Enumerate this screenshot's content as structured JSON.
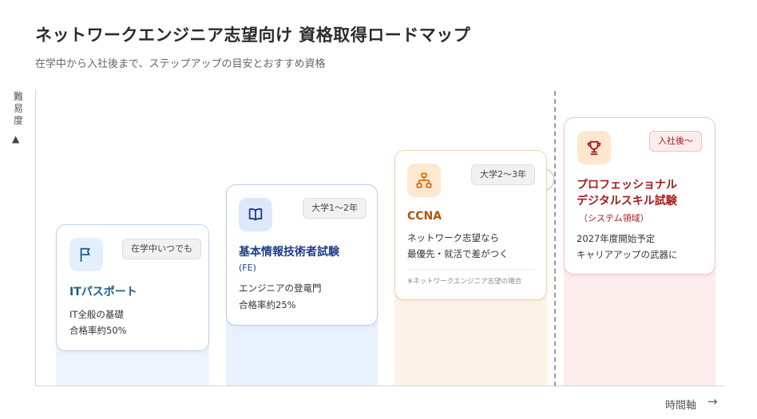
{
  "title": "ネットワークエンジニア志望向け 資格取得ロードマップ",
  "subtitle": "在学中から入社後まで、ステップアップの目安とおすすめ資格",
  "y_axis_label": "難易度",
  "y_axis_arrow": "▲",
  "x_axis_label": "時間軸",
  "x_axis_arrow": "→",
  "colors": {
    "blue_title": "#1a5d8f",
    "navy_title": "#1f3d8a",
    "orange_title": "#b45309",
    "red_title": "#a61b1b"
  },
  "cards": [
    {
      "icon": "flag-icon",
      "badge": "在学中いつでも",
      "title": "ITパスポート",
      "desc1": "IT全般の基礎",
      "desc2": "合格率約50%"
    },
    {
      "icon": "book-icon",
      "badge": "大学1〜2年",
      "title": "基本情報技術者試験",
      "sub": "(FE)",
      "desc1": "エンジニアの登竜門",
      "desc2": "合格率約25%"
    },
    {
      "icon": "network-icon",
      "badge": "大学2〜3年",
      "title": "CCNA",
      "desc1": "ネットワーク志望なら",
      "desc2": "最優先・就活で差がつく",
      "note": "※ネットワークエンジニア志望の場合"
    },
    {
      "icon": "trophy-icon",
      "badge": "入社後〜",
      "title1": "プロフェッショナル",
      "title2": "デジタルスキル試験",
      "sub": "（システム領域）",
      "desc1": "2027年度開始予定",
      "desc2": "キャリアアップの武器に"
    }
  ]
}
